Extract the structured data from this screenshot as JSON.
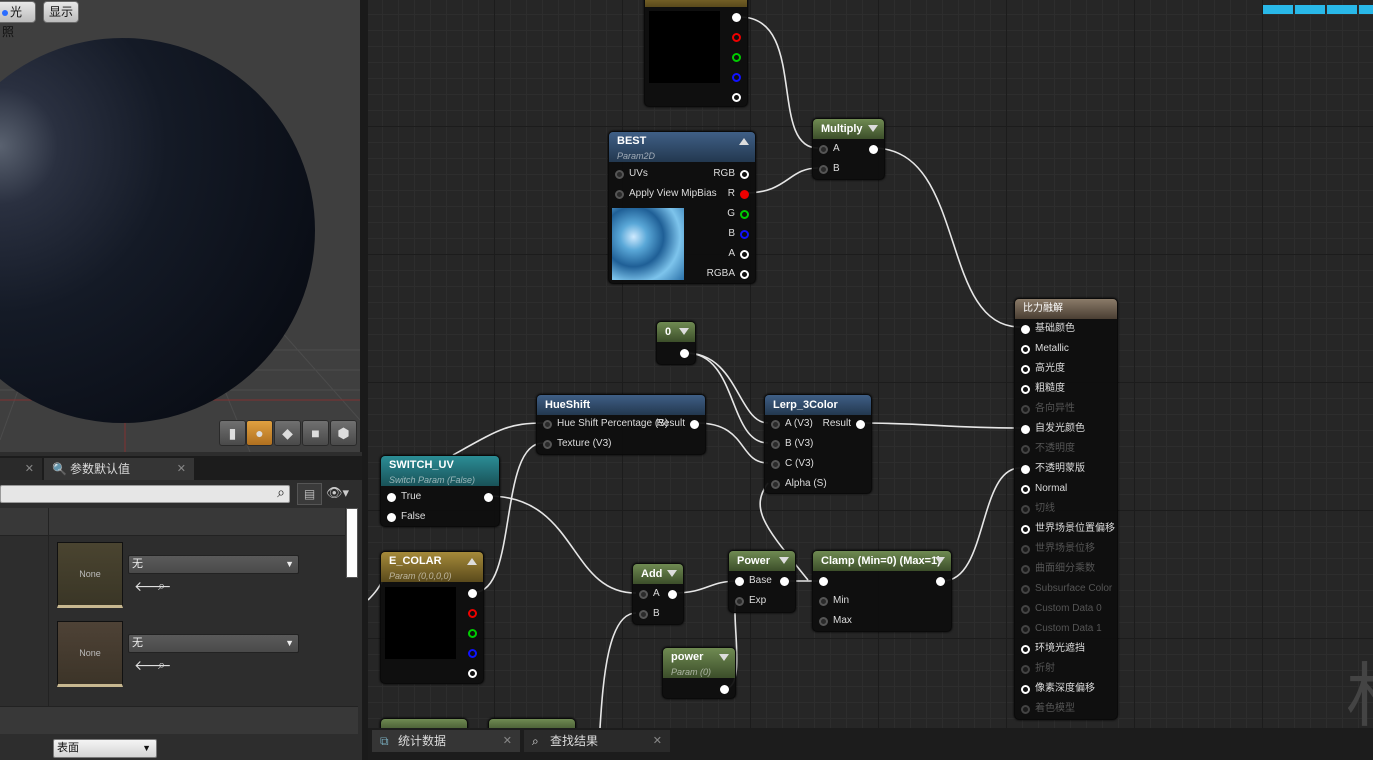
{
  "viewport": {
    "buttons": [
      "光照",
      "显示"
    ]
  },
  "left_panel": {
    "tabs": [
      {
        "label": "参数默认值"
      }
    ],
    "textures": [
      {
        "thumb": "None",
        "dropdown": "无"
      },
      {
        "thumb": "None",
        "dropdown": "无"
      }
    ],
    "surface_select": "表面"
  },
  "graph": {
    "watermark": "材",
    "nodes": {
      "best": {
        "title": "BEST",
        "subtitle": "Param2D",
        "in": [
          "UVs",
          "Apply View MipBias"
        ],
        "out": [
          "RGB",
          "R",
          "G",
          "B",
          "A",
          "RGBA"
        ]
      },
      "multiply": {
        "title": "Multiply",
        "in": [
          "A",
          "B"
        ]
      },
      "zero": {
        "title": "0"
      },
      "hueshift": {
        "title": "HueShift",
        "in": [
          "Hue Shift Percentage (S)",
          "Texture (V3)"
        ],
        "out": [
          "Result"
        ]
      },
      "lerp": {
        "title": "Lerp_3Color",
        "in": [
          "A (V3)",
          "B (V3)",
          "C (V3)",
          "Alpha (S)"
        ],
        "out": [
          "Result"
        ]
      },
      "switch": {
        "title": "SWITCH_UV",
        "subtitle": "Switch Param (False)",
        "in": [
          "True",
          "False"
        ]
      },
      "ecolar": {
        "title": "E_COLAR",
        "subtitle": "Param (0,0,0,0)"
      },
      "add": {
        "title": "Add",
        "in": [
          "A",
          "B"
        ]
      },
      "power": {
        "title": "Power",
        "in": [
          "Base",
          "Exp"
        ]
      },
      "clamp": {
        "title": "Clamp (Min=0) (Max=1)",
        "in": [
          "",
          "Min",
          "Max"
        ]
      },
      "powerparam": {
        "title": "power",
        "subtitle": "Param (0)"
      },
      "material": {
        "title": "比力融解",
        "pins": [
          "基础颜色",
          "Metallic",
          "高光度",
          "粗糙度",
          "各向异性",
          "自发光颜色",
          "不透明度",
          "不透明蒙版",
          "Normal",
          "切线",
          "世界场景位置偏移",
          "世界场景位移",
          "曲面细分乘数",
          "Subsurface Color",
          "Custom Data 0",
          "Custom Data 1",
          "环境光遮挡",
          "折射",
          "像素深度偏移",
          "着色模型"
        ]
      }
    }
  },
  "bottom": {
    "tabs": [
      {
        "label": "统计数据"
      },
      {
        "label": "查找结果"
      }
    ]
  }
}
